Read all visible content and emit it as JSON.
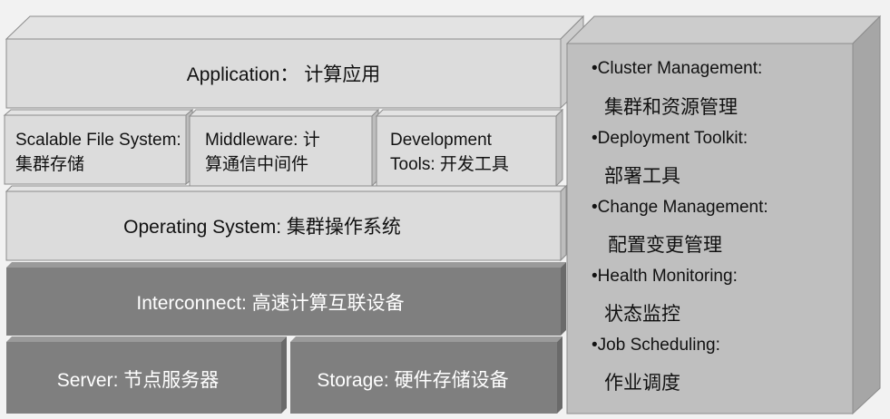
{
  "layers": {
    "application": "Application： 计算应用",
    "scalable_fs": [
      "Scalable File System:",
      "集群存储"
    ],
    "middleware": [
      "Middleware: 计",
      "算通信中间件"
    ],
    "devtools": [
      "Development",
      "Tools: 开发工具"
    ],
    "os": "Operating System: 集群操作系统",
    "interconnect": "Interconnect: 高速计算互联设备",
    "server": "Server: 节点服务器",
    "storage": "Storage: 硬件存储设备"
  },
  "management": [
    {
      "en": "•Cluster Management:",
      "cn": "集群和资源管理"
    },
    {
      "en": "•Deployment Toolkit:",
      "cn": "部署工具"
    },
    {
      "en": "•Change Management:",
      "cn": "配置变更管理"
    },
    {
      "en": "•Health Monitoring:",
      "cn": "状态监控"
    },
    {
      "en": "•Job Scheduling:",
      "cn": "作业调度"
    }
  ]
}
